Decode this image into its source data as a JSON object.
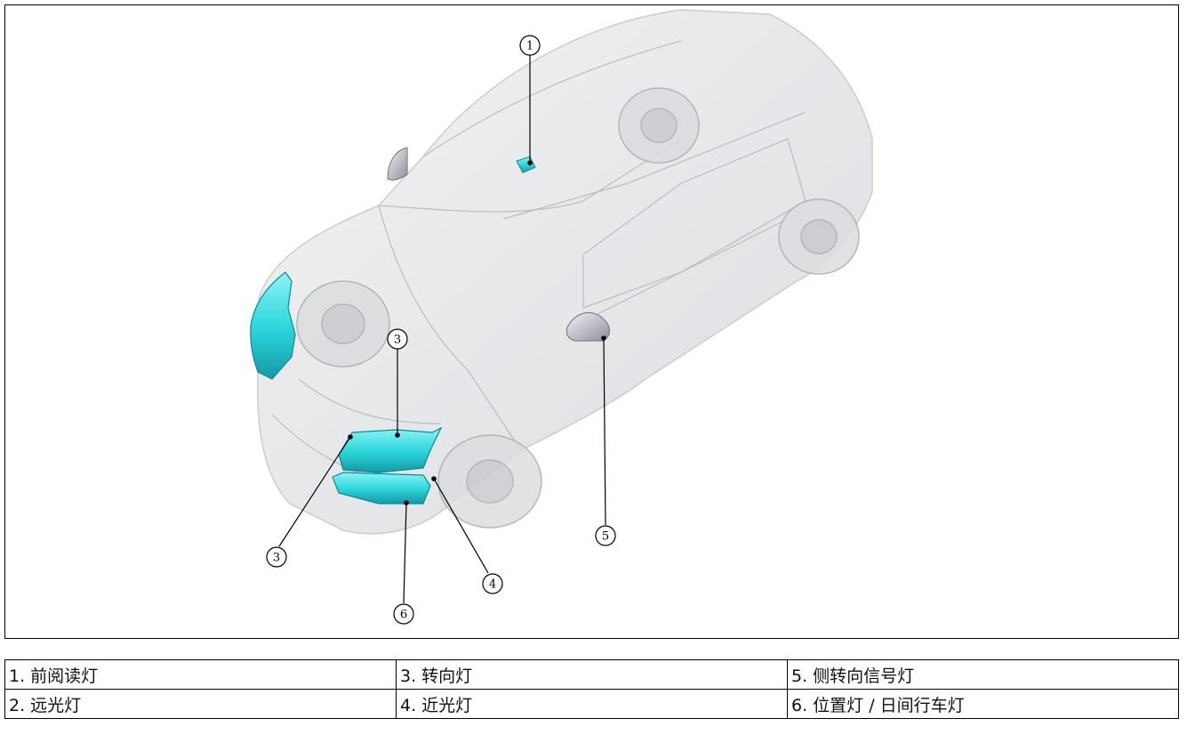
{
  "callouts": [
    {
      "id": "1",
      "text": "1"
    },
    {
      "id": "3a",
      "text": "3"
    },
    {
      "id": "3b",
      "text": "3"
    },
    {
      "id": "4",
      "text": "4"
    },
    {
      "id": "5",
      "text": "5"
    },
    {
      "id": "6",
      "text": "6"
    }
  ],
  "legend": {
    "rows": [
      [
        "1. 前阅读灯",
        "3. 转向灯",
        "5. 侧转向信号灯"
      ],
      [
        "2. 远光灯",
        "4. 近光灯",
        "6. 位置灯 / 日间行车灯"
      ]
    ]
  },
  "colors": {
    "highlight_lamp": "#2fd8de",
    "car_body": "#d9dbde",
    "mirror": "#9a9ca6",
    "frame": "#000000"
  }
}
